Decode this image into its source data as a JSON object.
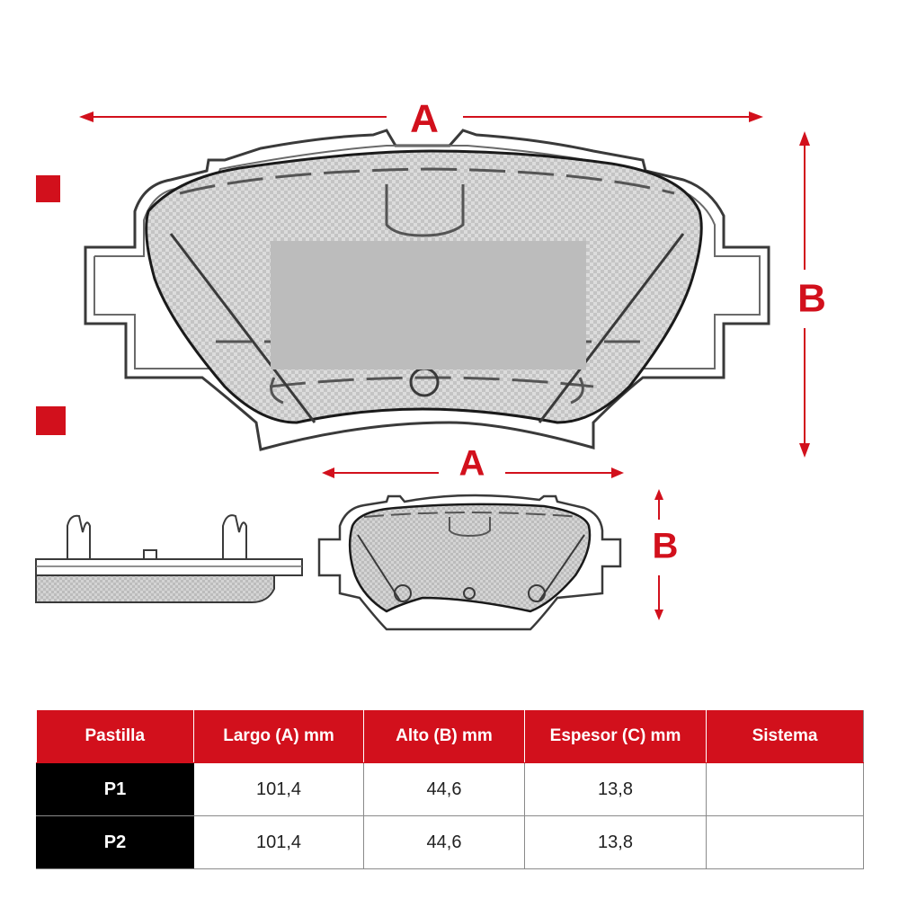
{
  "colors": {
    "accent": "#d2101c",
    "pad": "#d2d2d2",
    "outline": "#3a3a3a",
    "label_bg": "#000000"
  },
  "dimensions": {
    "top_view": {
      "a_label": "A",
      "b_label": "B"
    },
    "bottom_view": {
      "a_label": "A",
      "b_label": "B"
    }
  },
  "table": {
    "headers": [
      "Pastilla",
      "Largo (A) mm",
      "Alto (B) mm",
      "Espesor (C) mm",
      "Sistema"
    ],
    "rows": [
      {
        "label": "P1",
        "largo": "101,4",
        "alto": "44,6",
        "espesor": "13,8",
        "sistema": ""
      },
      {
        "label": "P2",
        "largo": "101,4",
        "alto": "44,6",
        "espesor": "13,8",
        "sistema": ""
      }
    ]
  }
}
